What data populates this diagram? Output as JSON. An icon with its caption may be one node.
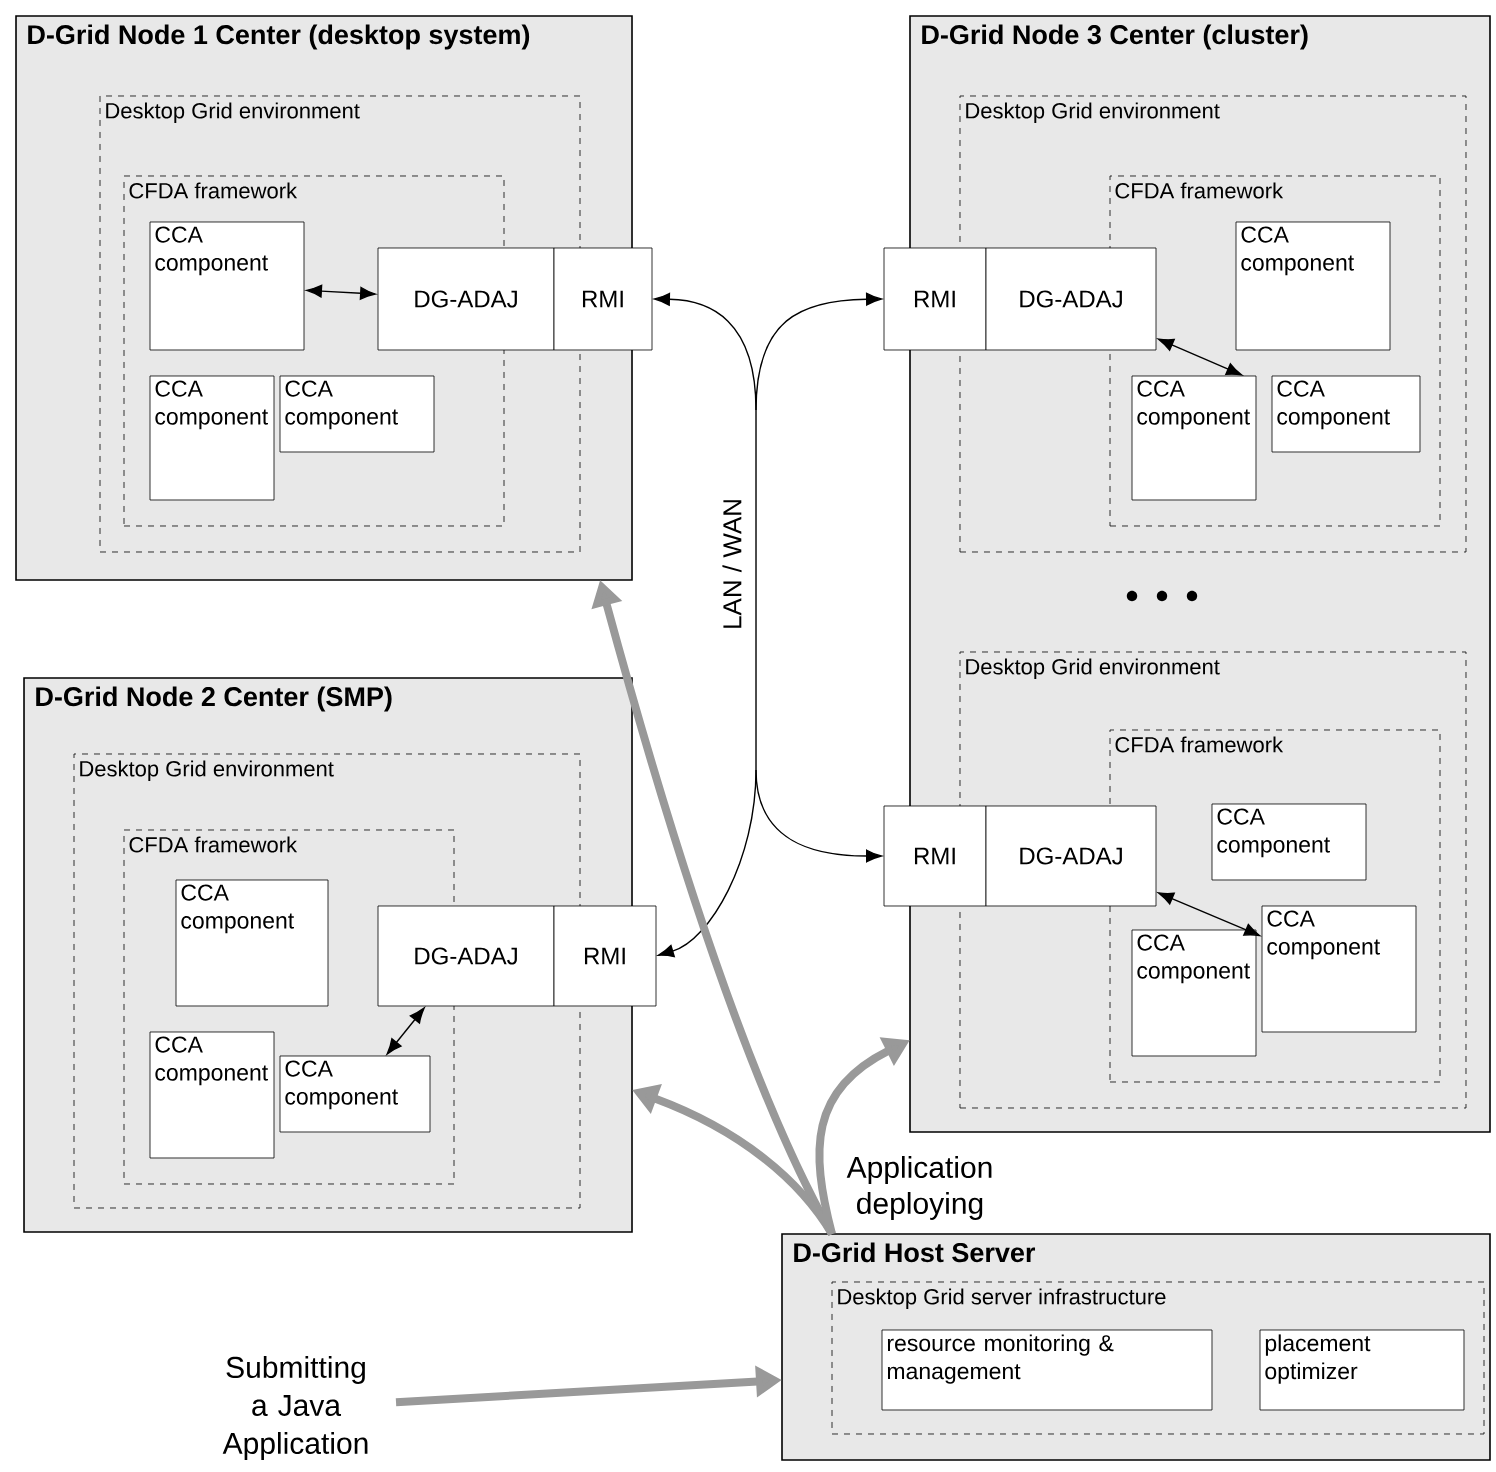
{
  "diagram": {
    "nodes": [
      {
        "text": [
          "D-Grid Node 1 Center (desktop system)"
        ]
      },
      {
        "text": [
          "Desktop Grid environment"
        ],
        "in": 0
      },
      {
        "text": [
          "CFDA framework"
        ],
        "in": 1
      },
      {
        "text": [
          "CCA component"
        ],
        "in": 2
      },
      {
        "text": [
          "CCA component"
        ],
        "in": 2
      },
      {
        "text": [
          "CCA component"
        ],
        "in": 2
      },
      {
        "text": [
          "DG-ADAJ"
        ],
        "in": 1
      },
      {
        "text": [
          "RMI"
        ]
      },
      {
        "text": [
          "D-Grid Node 3 Center (cluster)"
        ]
      },
      {
        "text": [
          "Desktop Grid environment"
        ],
        "in": 8
      },
      {
        "text": [
          "CFDA framework"
        ],
        "in": 9
      },
      {
        "text": [
          "CCA component"
        ],
        "in": 10
      },
      {
        "text": [
          "CCA component"
        ],
        "in": 10
      },
      {
        "text": [
          "CCA component"
        ],
        "in": 10
      },
      {
        "text": [
          "RMI"
        ]
      },
      {
        "text": [
          "DG-ADAJ"
        ],
        "in": 9
      },
      {
        "text": [
          "Desktop Grid environment"
        ],
        "in": 8
      },
      {
        "text": [
          "CFDA framework"
        ],
        "in": 16
      },
      {
        "text": [
          "CCA component"
        ],
        "in": 17
      },
      {
        "text": [
          "CCA component"
        ],
        "in": 17
      },
      {
        "text": [
          "CCA component"
        ],
        "in": 17
      },
      {
        "text": [
          "RMI"
        ]
      },
      {
        "text": [
          "DG-ADAJ"
        ],
        "in": 16
      },
      {
        "text": [
          "D-Grid Node 2 Center (SMP)"
        ]
      },
      {
        "text": [
          "Desktop Grid environment"
        ],
        "in": 23
      },
      {
        "text": [
          "CFDA framework"
        ],
        "in": 24
      },
      {
        "text": [
          "CCA component"
        ],
        "in": 25
      },
      {
        "text": [
          "CCA component"
        ],
        "in": 25
      },
      {
        "text": [
          "CCA component"
        ],
        "in": 25
      },
      {
        "text": [
          "DG-ADAJ"
        ],
        "in": 24
      },
      {
        "text": [
          "RMI"
        ]
      },
      {
        "text": [
          "D-Grid Host Server"
        ]
      },
      {
        "text": [
          "Desktop Grid server infrastructure"
        ],
        "in": 31
      },
      {
        "text": [
          "resource monitoring & management"
        ],
        "in": 32
      },
      {
        "text": [
          "placement optimizer"
        ],
        "in": 32
      },
      {
        "text": [
          "Submitting a Java Application"
        ]
      }
    ],
    "edges": [
      {
        "from": 6,
        "to": 3,
        "arrow": "both"
      },
      {
        "from": 15,
        "to": 12,
        "arrow": "both"
      },
      {
        "from": 22,
        "to": 19,
        "arrow": "both"
      },
      {
        "from": 29,
        "to": 28,
        "arrow": "both"
      },
      {
        "from": null,
        "to": 7,
        "arrow": "to"
      },
      {
        "from": null,
        "to": 14,
        "arrow": "to"
      },
      {
        "from": null,
        "to": 21,
        "arrow": "to"
      },
      {
        "from": null,
        "to": 30,
        "arrow": "to"
      },
      {
        "from": 31,
        "to": 0,
        "arrow": "to",
        "style": "thick",
        "color": "#999999"
      },
      {
        "from": 31,
        "to": 23,
        "arrow": "to",
        "style": "thick",
        "color": "#999999"
      },
      {
        "from": 31,
        "to": 8,
        "arrow": "to",
        "style": "thick",
        "color": "#999999"
      },
      {
        "from": 35,
        "to": 31,
        "arrow": "to",
        "style": "thick",
        "color": "#999999"
      }
    ],
    "labels": [
      "LAN / WAN",
      "Application deploying"
    ]
  }
}
